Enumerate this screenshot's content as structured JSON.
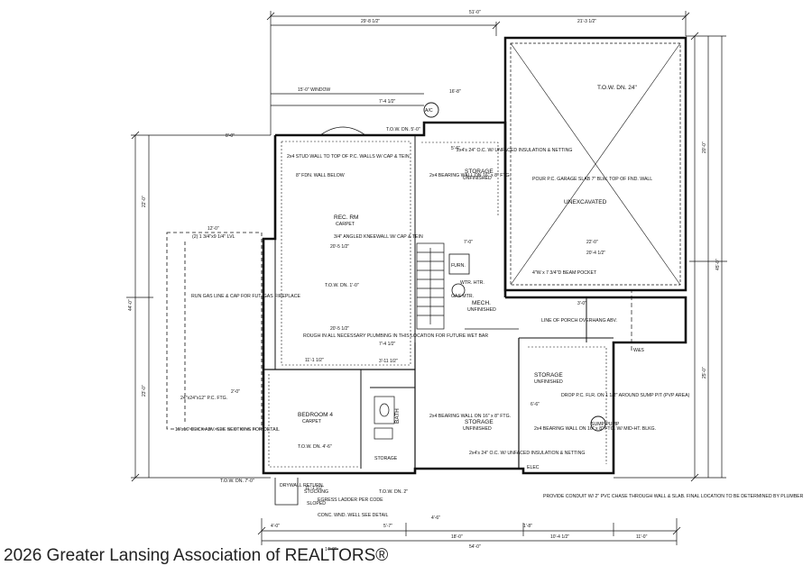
{
  "watermark": "2026 Greater Lansing Association of REALTORS®",
  "rooms": {
    "rec_rm": "REC. RM",
    "rec_rm_floor": "CARPET",
    "storage_top": "STORAGE",
    "storage_top_floor": "UNFINISHED",
    "unexcavated": "UNEXCAVATED",
    "mech": "MECH.",
    "mech_floor": "UNFINISHED",
    "storage_right": "STORAGE",
    "storage_right_floor": "UNFINISHED",
    "storage_mid": "STORAGE",
    "storage_mid_floor": "UNFINISHED",
    "bedroom": "BEDROOM 4",
    "bedroom_floor": "CARPET",
    "bath": "BATH"
  },
  "callouts": {
    "tow_24": "T.O.W. DN. 24\"",
    "tow_5_0": "T.O.W. DN. 5'-0\"",
    "tow_1_0": "T.O.W. DN. 1'-0\"",
    "tow_4_6": "T.O.W. DN. 4'-6\"",
    "tow_7_0": "T.O.W. DN. 7'-0\"",
    "tow_2": "T.O.W. DN. 2\"",
    "ac": "A/C",
    "sump": "SUMP PUMP",
    "ws": "W&S",
    "elec": "ELEC",
    "gas_meter": "GAS MTR.",
    "water_heater": "WTR. HTR.",
    "furnace": "FURN.",
    "stud_wall": "2x4 STUD WALL TO TOP OF P.C. WALLS W/ CAP & TEIN",
    "fdn_wall": "8\" FDN. WALL BELOW",
    "bearing_wall_1": "2x4 BEARING WALL ON 16\" x 8\" FTG.",
    "bearing_wall_2": "2x4 BEARING WALL ON 16\" x 8\" FTG.",
    "bearing_wall_3": "2x4 BEARING WALL ON 16\" x 8\" FTG. W/ MID-HT. BLKG.",
    "insulation": "2x4's 24\" O.C. W/ UNFACED INSULATION & NETTING",
    "insulation_2": "2x4's 24\" O.C. W/ UNFACED INSULATION & NETTING",
    "garage_wall": "POUR P.C. GARAGE SLAB 7\" BLW. TOP OF FND. WALL",
    "beam_pocket": "4\"W x 7 3/4\"D BEAM POCKET",
    "angled_wall": "3/4\" ANGLED KNEEWALL W/ CAP & TEIN",
    "fireplace": "RUN GAS LINE & CAP FOR FUT. GAS FIREPLACE",
    "rough_in": "ROUGH IN ALL NECESSARY PLUMBING IN THIS LOCATION FOR FUTURE WET BAR",
    "deck": "16'x16' DECK ABV. SEE SECTIONS FOR DETAIL",
    "post": "(2) 1 3/4\"x9 1/4\" LVL",
    "ftg": "24\"x24\"x12\" P.C. FTG.",
    "drop_pc": "DROP P.C. FLR. ON 1 1/2\" AROUND SUMP PIT (PVP AREA)",
    "drain": "PROVIDE CONDUIT W/ 2\" PVC CHASE THROUGH WALL & SLAB. FINAL LOCATION TO BE DETERMINED BY PLUMBER",
    "porch": "LINE OF PORCH OVERHANG ABV.",
    "egress": "EGRESS LADDER PER CODE",
    "window_well": "CONC. WND. WELL SEE DETAIL",
    "drywall": "DRYWALL RETURN",
    "stock": "STOCKING",
    "sloped": "SLOPED",
    "unfin_storage": "STORAGE"
  },
  "dimensions": {
    "overall_top": "51'-0\"",
    "top_left": "29'-8 1/2\"",
    "top_right": "21'-3 1/2\"",
    "bottom_total": "54'-0\"",
    "bottom_left": "14'-0\"",
    "bottom_mid": "18'-0\"",
    "bottom_right": "10'-4 1/2\"",
    "bottom_far": "11'-0\"",
    "left_total": "44'-0\"",
    "left_a": "22'-0\"",
    "left_b": "23'-0\"",
    "right_total": "45'-0\"",
    "right_a": "20'-0\"",
    "right_b": "25'-0\"",
    "rec_width": "20'-5 1/2\"",
    "rec_width_2": "20'-5 1/2\"",
    "mech_w": "7'-0\"",
    "unexc_w": "22'-0\"",
    "unexc_w2": "20'-4 1/2\"",
    "deck_w": "12'-0\"",
    "bed_w": "11'-1 1/2\"",
    "bed_w2": "11'-1 1/2\"",
    "d1": "7'-4 1/2\"",
    "d2": "15'-0\" WINDOW",
    "d3": "16'-8\"",
    "d4": "5'-6\"",
    "d5": "3'-11 1/2\"",
    "d6": "4'-6\"",
    "d7": "5'-7\"",
    "d8": "6'-6\"",
    "d9": "2'-0\"",
    "d10": "3'-0\"",
    "d11": "4'-0\"",
    "d12": "8'-0\"",
    "d13": "7'-4 1/2\"",
    "d14": "1'-8\""
  }
}
